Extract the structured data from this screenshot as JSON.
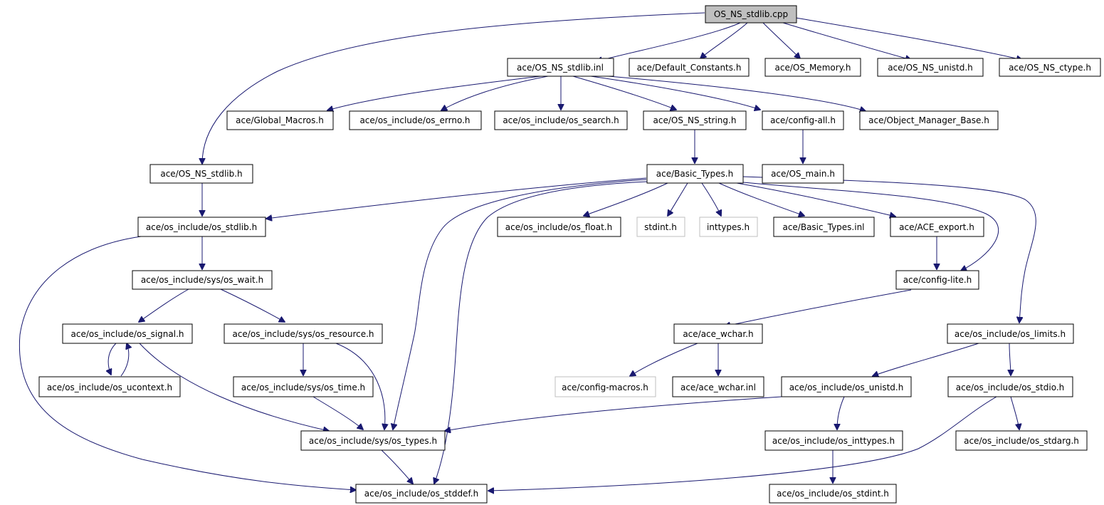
{
  "nodes": {
    "root": "OS_NS_stdlib.cpp",
    "stdlib_inl": "ace/OS_NS_stdlib.inl",
    "default_constants": "ace/Default_Constants.h",
    "os_memory": "ace/OS_Memory.h",
    "os_ns_unistd": "ace/OS_NS_unistd.h",
    "os_ns_ctype": "ace/OS_NS_ctype.h",
    "global_macros": "ace/Global_Macros.h",
    "os_errno": "ace/os_include/os_errno.h",
    "os_search": "ace/os_include/os_search.h",
    "os_ns_string": "ace/OS_NS_string.h",
    "config_all": "ace/config-all.h",
    "object_manager_base": "ace/Object_Manager_Base.h",
    "os_ns_stdlib_h": "ace/OS_NS_stdlib.h",
    "basic_types": "ace/Basic_Types.h",
    "os_main": "ace/OS_main.h",
    "os_stdlib": "ace/os_include/os_stdlib.h",
    "os_float": "ace/os_include/os_float.h",
    "stdint": "stdint.h",
    "inttypes": "inttypes.h",
    "basic_types_inl": "ace/Basic_Types.inl",
    "ace_export": "ace/ACE_export.h",
    "os_wait": "ace/os_include/sys/os_wait.h",
    "config_lite": "ace/config-lite.h",
    "os_signal": "ace/os_include/os_signal.h",
    "os_resource": "ace/os_include/sys/os_resource.h",
    "ace_wchar": "ace/ace_wchar.h",
    "os_limits": "ace/os_include/os_limits.h",
    "os_ucontext": "ace/os_include/os_ucontext.h",
    "os_time": "ace/os_include/sys/os_time.h",
    "config_macros": "ace/config-macros.h",
    "ace_wchar_inl": "ace/ace_wchar.inl",
    "os_unistd": "ace/os_include/os_unistd.h",
    "os_stdio": "ace/os_include/os_stdio.h",
    "os_types": "ace/os_include/sys/os_types.h",
    "os_inttypes": "ace/os_include/os_inttypes.h",
    "os_stdarg": "ace/os_include/os_stdarg.h",
    "os_stddef": "ace/os_include/os_stddef.h",
    "os_stdint": "ace/os_include/os_stdint.h"
  },
  "colors": {
    "edge": "#191970",
    "root_fill": "#bfbfbf",
    "node_border": "#000000",
    "external_border": "#bfbfbf"
  }
}
